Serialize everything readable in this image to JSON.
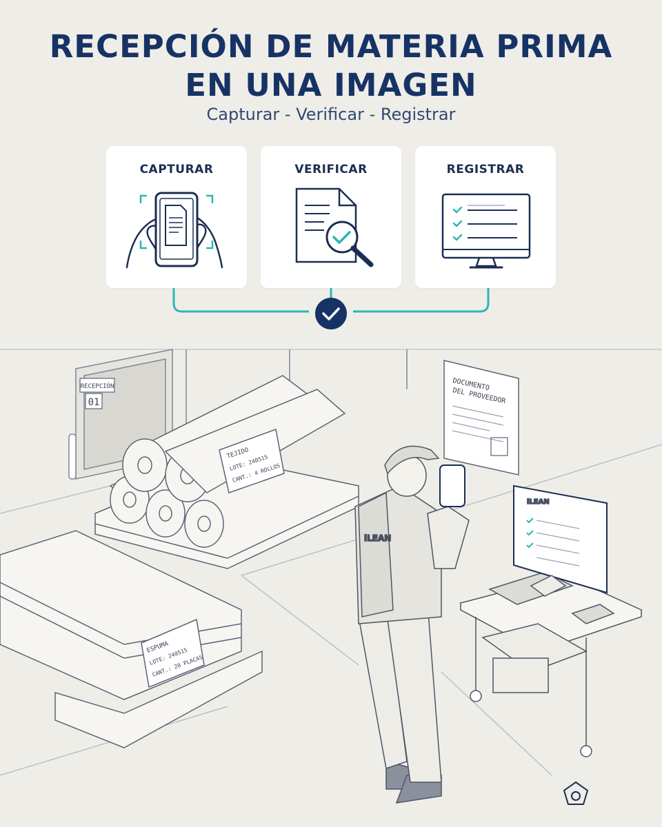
{
  "header": {
    "title_line1": "RECEPCIÓN DE MATERIA PRIMA",
    "title_line2": "EN UNA IMAGEN",
    "subtitle": "Capturar - Verificar - Registrar"
  },
  "steps": [
    {
      "label": "CAPTURAR",
      "icon": "phone-capture-icon"
    },
    {
      "label": "VERIFICAR",
      "icon": "document-magnifier-icon"
    },
    {
      "label": "REGISTRAR",
      "icon": "monitor-checklist-icon"
    }
  ],
  "scene": {
    "dock_sign_label": "RECEPCIÓN",
    "dock_sign_number": "01",
    "roll_tag": {
      "line1": "TEJIDO",
      "line2": "LOTE: 240515",
      "line3": "CANT.: 4 ROLLOS"
    },
    "foam_tag": {
      "line1": "ESPUMA",
      "line2": "LOTE: 240515",
      "line3": "CANT.: 20 PLACAS"
    },
    "doc_poster": {
      "line1": "DOCUMENTO",
      "line2": "DEL PROVEEDOR"
    },
    "vest_brand": "iLEAN",
    "screen_brand": "iLEAN"
  },
  "colors": {
    "navy": "#173365",
    "teal": "#2ab7b4",
    "background": "#efede8",
    "card": "#ffffff",
    "sketch": "#5b6475"
  }
}
